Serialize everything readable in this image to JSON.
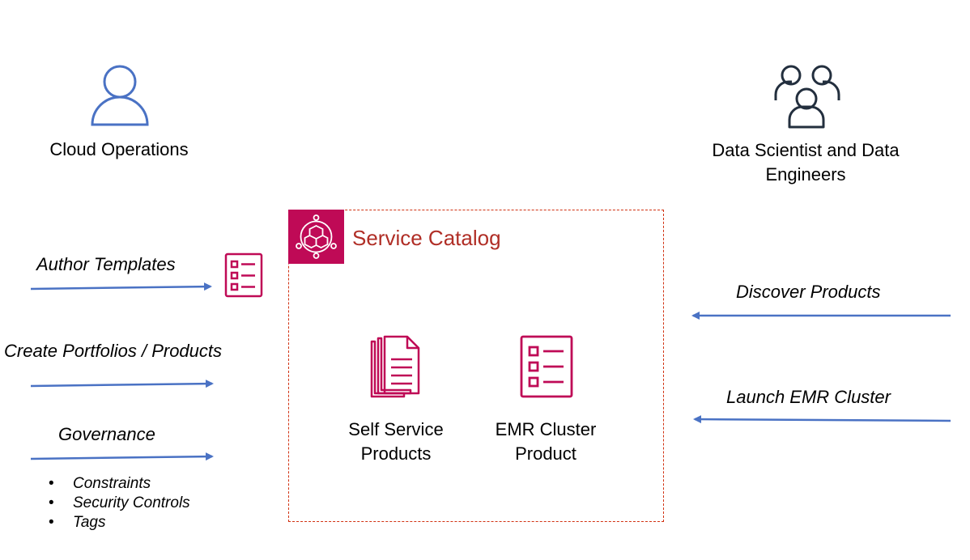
{
  "personas": {
    "left": {
      "label": "Cloud Operations",
      "icon": "user-icon"
    },
    "right": {
      "label_line1": "Data Scientist and Data",
      "label_line2": "Engineers",
      "icon": "users-group-icon"
    }
  },
  "left_actions": {
    "author": "Author Templates",
    "create": "Create Portfolios / Products",
    "governance": "Governance",
    "governance_items": [
      "Constraints",
      "Security Controls",
      "Tags"
    ]
  },
  "right_actions": {
    "discover": "Discover Products",
    "launch": "Launch EMR Cluster"
  },
  "catalog": {
    "title": "Service Catalog",
    "icon": "service-catalog-icon",
    "products": {
      "self_service_line1": "Self Service",
      "self_service_line2": "Products",
      "emr_line1": "EMR Cluster",
      "emr_line2": "Product"
    }
  },
  "colors": {
    "arrow": "#4a72c4",
    "accent": "#bf0a56",
    "title": "#b02e26",
    "person_left": "#4a72c4",
    "person_right": "#232f3e"
  }
}
